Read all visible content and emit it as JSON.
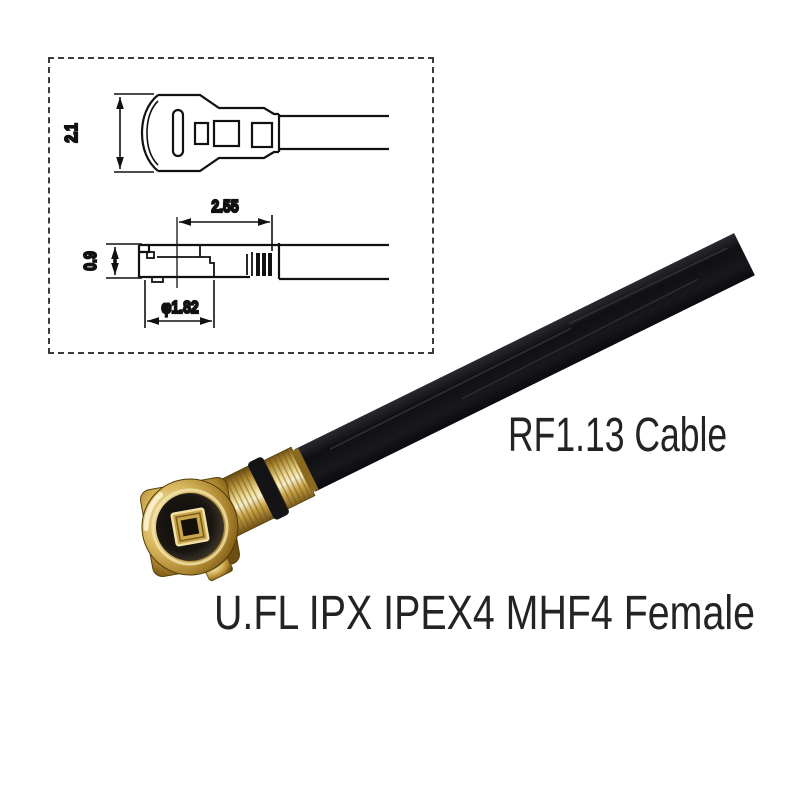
{
  "labels": {
    "cable": "RF1.13 Cable",
    "connector": "U.FL IPX IPEX4 MHF4 Female"
  },
  "diagram": {
    "top_view": {
      "height": "2.1"
    },
    "side_view": {
      "length": "2.55",
      "height": "0.9",
      "diameter": "φ1.82"
    }
  },
  "colors": {
    "drawing_line": "#111111",
    "label_text": "#232323",
    "gold": "#d2ae52",
    "gold_light": "#f8efc8",
    "gold_dark": "#6b4c12",
    "cable_black": "#17171b",
    "insulator_black": "#16120d"
  }
}
